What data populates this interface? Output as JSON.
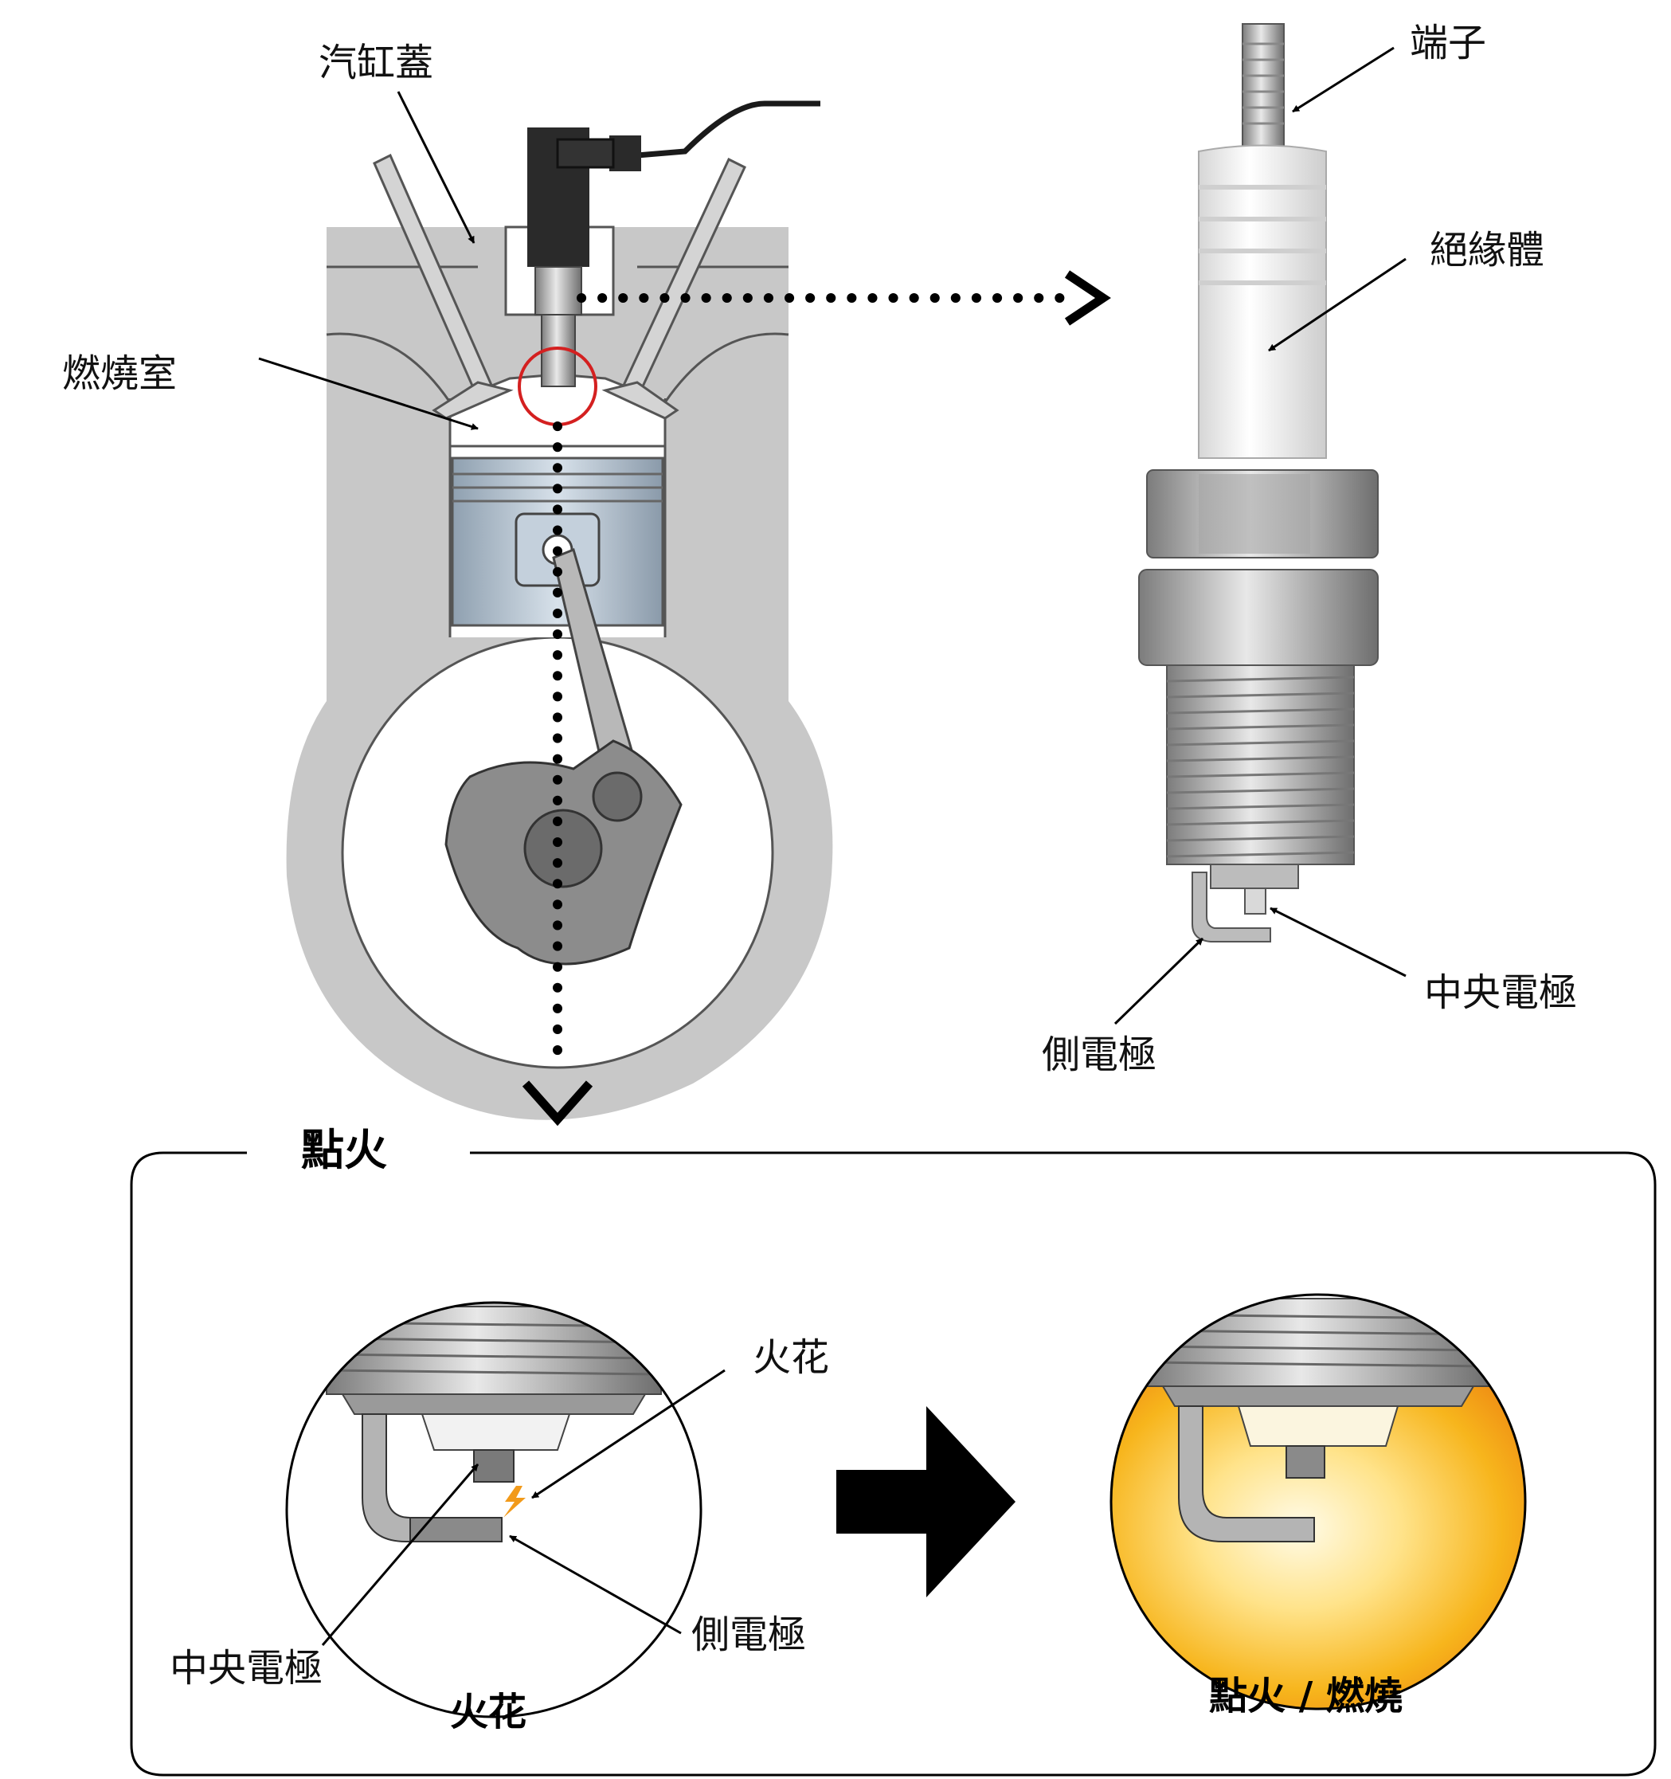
{
  "labels": {
    "cylinder_head": "汽缸蓋",
    "combustion_chamber": "燃燒室",
    "terminal": "端子",
    "insulator": "絕緣體",
    "center_electrode": "中央電極",
    "side_electrode": "側電極"
  },
  "ignition_panel": {
    "title": "點火",
    "spark_label": "火花",
    "center_electrode": "中央電極",
    "side_electrode": "側電極",
    "caption_left": "火花",
    "caption_right": "點火 / 燃燒"
  },
  "colors": {
    "engine_gray": "#c8c8c8",
    "piston_blue": "#aab8c6",
    "highlight_red": "#d42020",
    "spark_orange": "#f29a1a",
    "flame_yellow": "#f7b51c",
    "flame_orange": "#ec7d10"
  }
}
